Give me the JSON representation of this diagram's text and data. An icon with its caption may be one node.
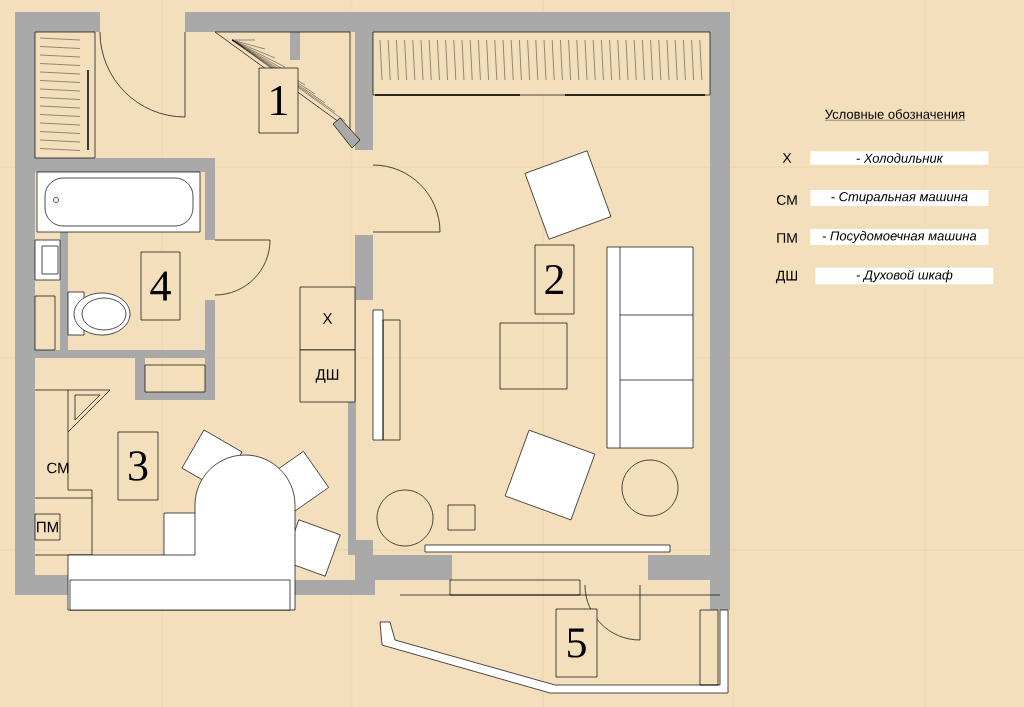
{
  "diagram": {
    "nodes": [
      {
        "text": [
          "1"
        ]
      },
      {
        "text": [
          "4"
        ]
      },
      {
        "text": [
          "2"
        ]
      },
      {
        "text": [
          "Х"
        ]
      },
      {
        "text": [
          "ДШ"
        ]
      },
      {
        "text": [
          "3"
        ]
      },
      {
        "text": [
          "ПМ"
        ]
      },
      {
        "text": [
          "5"
        ]
      }
    ],
    "labels": [
      "Условные обозначения",
      "Х",
      "- Холодильник",
      "СМ",
      "- Стиральная машина",
      "ПМ",
      "- Посудомоечная машина",
      "ДШ",
      "- Духовой шкаф",
      "СМ"
    ]
  }
}
